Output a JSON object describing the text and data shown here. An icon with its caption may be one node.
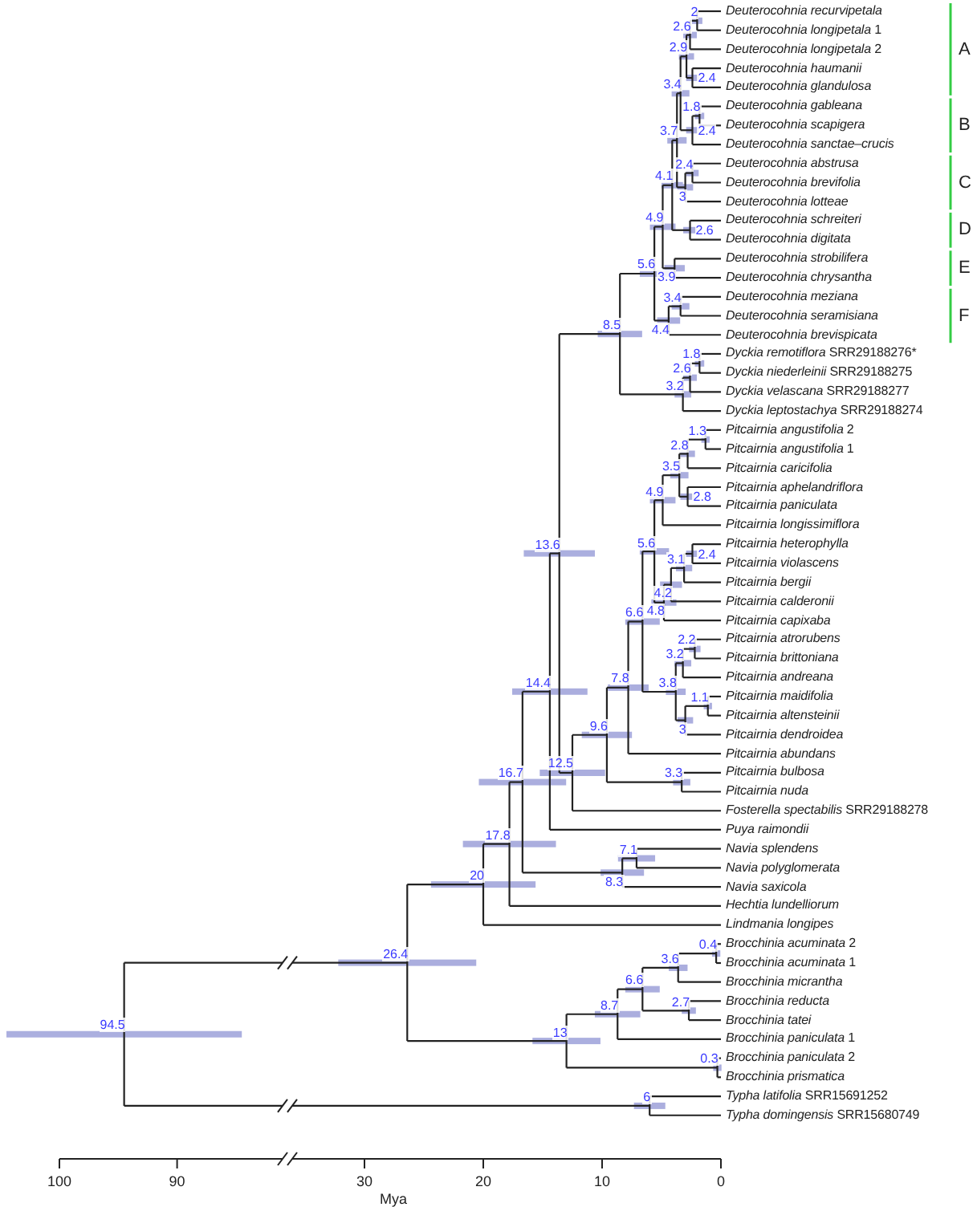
{
  "diagram": {
    "labels": [
      "*Deuterocohnia recurvipetala*",
      "*Deuterocohnia longipetala* 1",
      "*Deuterocohnia longipetala* 2",
      "*Deuterocohnia haumanii*",
      "*Deuterocohnia glandulosa*",
      "*Deuterocohnia gableana*",
      "*Deuterocohnia scapigera*",
      "*Deuterocohnia sanctae–crucis*",
      "*Deuterocohnia abstrusa*",
      "*Deuterocohnia brevifolia*",
      "*Deuterocohnia lotteae*",
      "*Deuterocohnia schreiteri*",
      "*Deuterocohnia digitata*",
      "*Deuterocohnia strobilifera*",
      "*Deuterocohnia chrysantha*",
      "*Deuterocohnia meziana*",
      "*Deuterocohnia seramisiana*",
      "*Deuterocohnia brevispicata*",
      "*Dyckia remotiflora* SRR29188276*",
      "*Dyckia niederleinii* SRR29188275",
      "*Dyckia velascana* SRR29188277",
      "*Dyckia leptostachya* SRR29188274",
      "*Pitcairnia angustifolia* 2",
      "*Pitcairnia angustifolia* 1",
      "*Pitcairnia caricifolia*",
      "*Pitcairnia aphelandriflora*",
      "*Pitcairnia paniculata*",
      "*Pitcairnia longissimiflora*",
      "*Pitcairnia heterophylla*",
      "*Pitcairnia violascens*",
      "*Pitcairnia bergii*",
      "*Pitcairnia calderonii*",
      "*Pitcairnia capixaba*",
      "*Pitcairnia atrorubens*",
      "*Pitcairnia brittoniana*",
      "*Pitcairnia andreana*",
      "*Pitcairnia maidifolia*",
      "*Pitcairnia altensteinii*",
      "*Pitcairnia dendroidea*",
      "*Pitcairnia abundans*",
      "*Pitcairnia bulbosa*",
      "*Pitcairnia nuda*",
      "*Fosterella spectabilis* SRR29188278",
      "*Puya raimondii*",
      "*Navia splendens*",
      "*Navia polyglomerata*",
      "*Navia saxicola*",
      "*Hechtia lundelliorum*",
      "*Lindmania longipes*",
      "*Brocchinia acuminata* 2",
      "*Brocchinia acuminata* 1",
      "*Brocchinia micrantha*",
      "*Brocchinia reducta*",
      "*Brocchinia tatei*",
      "*Brocchinia paniculata* 1",
      "*Brocchinia paniculata* 2",
      "*Brocchinia prismatica*",
      "*Typha latifolia* SRR15691252",
      "*Typha domingensis* SRR15680749",
      "2",
      "2.6",
      "2.9",
      "2.4",
      "3.4",
      "1.8",
      "3.7",
      "2.4",
      "2.4",
      "4.1",
      "3",
      "4.9",
      "2.6",
      "5.6",
      "3.9",
      "3.4",
      "4.4",
      "8.5",
      "1.8",
      "2.6",
      "3.2",
      "13.6",
      "1.3",
      "2.8",
      "3.5",
      "2.8",
      "4.9",
      "5.6",
      "3.1",
      "2.4",
      "4.2",
      "4.8",
      "6.6",
      "2.2",
      "3.2",
      "3.8",
      "14.4",
      "1.1",
      "3",
      "7.8",
      "9.6",
      "16.7",
      "12.5",
      "3.3",
      "17.8",
      "7.1",
      "20",
      "8.3",
      "26.4",
      "0.4",
      "3.6",
      "6.6",
      "2.7",
      "8.7",
      "94.5",
      "13",
      "0.3",
      "6",
      "A",
      "B",
      "C",
      "D",
      "E",
      "F",
      "100",
      "90",
      "30",
      "20",
      "10",
      "0",
      "Mya"
    ]
  }
}
